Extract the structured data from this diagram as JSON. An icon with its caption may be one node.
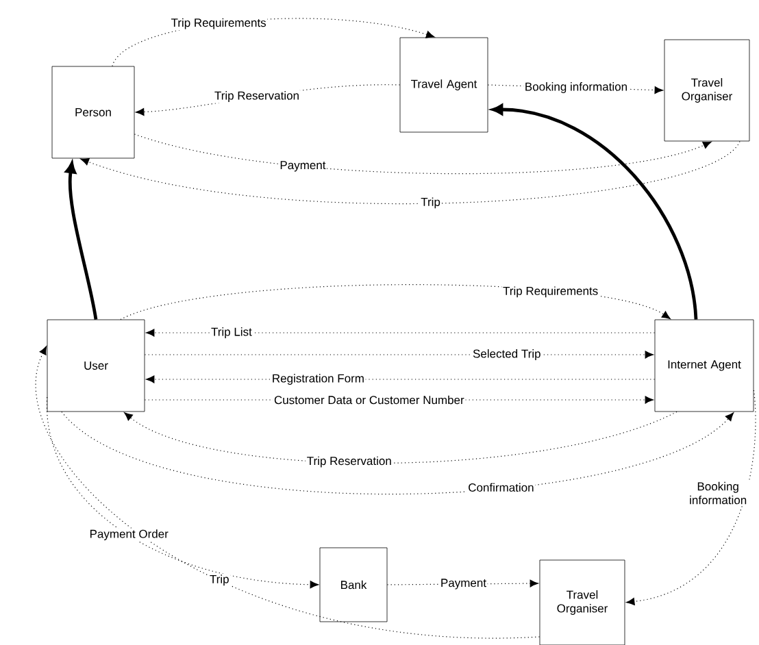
{
  "diagram": {
    "nodes": [
      {
        "text": [
          "Person"
        ]
      },
      {
        "text": [
          "Travel Agent"
        ]
      },
      {
        "text": [
          "Travel Organiser"
        ]
      },
      {
        "text": [
          "User"
        ]
      },
      {
        "text": [
          "Internet Agent"
        ]
      },
      {
        "text": [
          "Bank"
        ]
      },
      {
        "text": [
          "Travel Organiser"
        ]
      }
    ],
    "edges": [
      {
        "from": 0,
        "to": 1,
        "arrow": "to",
        "label": "Trip Requirements",
        "style": "dashed"
      },
      {
        "from": 1,
        "to": 0,
        "arrow": "to",
        "label": "Trip Reservation",
        "style": "dashed"
      },
      {
        "from": 1,
        "to": 2,
        "arrow": "to",
        "label": "Booking information",
        "style": "dashed"
      },
      {
        "from": 0,
        "to": 2,
        "arrow": "to",
        "label": "Payment",
        "style": "dashed"
      },
      {
        "from": 2,
        "to": 0,
        "arrow": "to",
        "label": "Trip",
        "style": "dashed"
      },
      {
        "from": 3,
        "to": 0,
        "arrow": "to",
        "style": "thick"
      },
      {
        "from": 4,
        "to": 1,
        "arrow": "to",
        "style": "thick"
      },
      {
        "from": 3,
        "to": 4,
        "arrow": "to",
        "label": "Trip Requirements",
        "style": "dashed"
      },
      {
        "from": 4,
        "to": 3,
        "arrow": "to",
        "label": "Trip List",
        "style": "dashed"
      },
      {
        "from": 3,
        "to": 4,
        "arrow": "to",
        "label": "Selected Trip",
        "style": "dashed"
      },
      {
        "from": 4,
        "to": 3,
        "arrow": "to",
        "label": "Registration Form",
        "style": "dashed"
      },
      {
        "from": 3,
        "to": 4,
        "arrow": "to",
        "label": "Customer Data or Customer Number",
        "style": "dashed"
      },
      {
        "from": 4,
        "to": 3,
        "arrow": "to",
        "label": "Trip Reservation",
        "style": "dashed"
      },
      {
        "from": 3,
        "to": 4,
        "arrow": "to",
        "label": "Confirmation",
        "style": "dashed"
      },
      {
        "from": 3,
        "to": 5,
        "arrow": "to",
        "label": "Payment Order",
        "style": "dashed"
      },
      {
        "from": 5,
        "to": 6,
        "arrow": "to",
        "label": "Payment",
        "style": "dashed"
      },
      {
        "from": 6,
        "to": 3,
        "arrow": "to",
        "label": "Trip",
        "style": "dashed"
      },
      {
        "from": 4,
        "to": 6,
        "arrow": "to",
        "label": "Booking information",
        "style": "dashed"
      }
    ]
  }
}
